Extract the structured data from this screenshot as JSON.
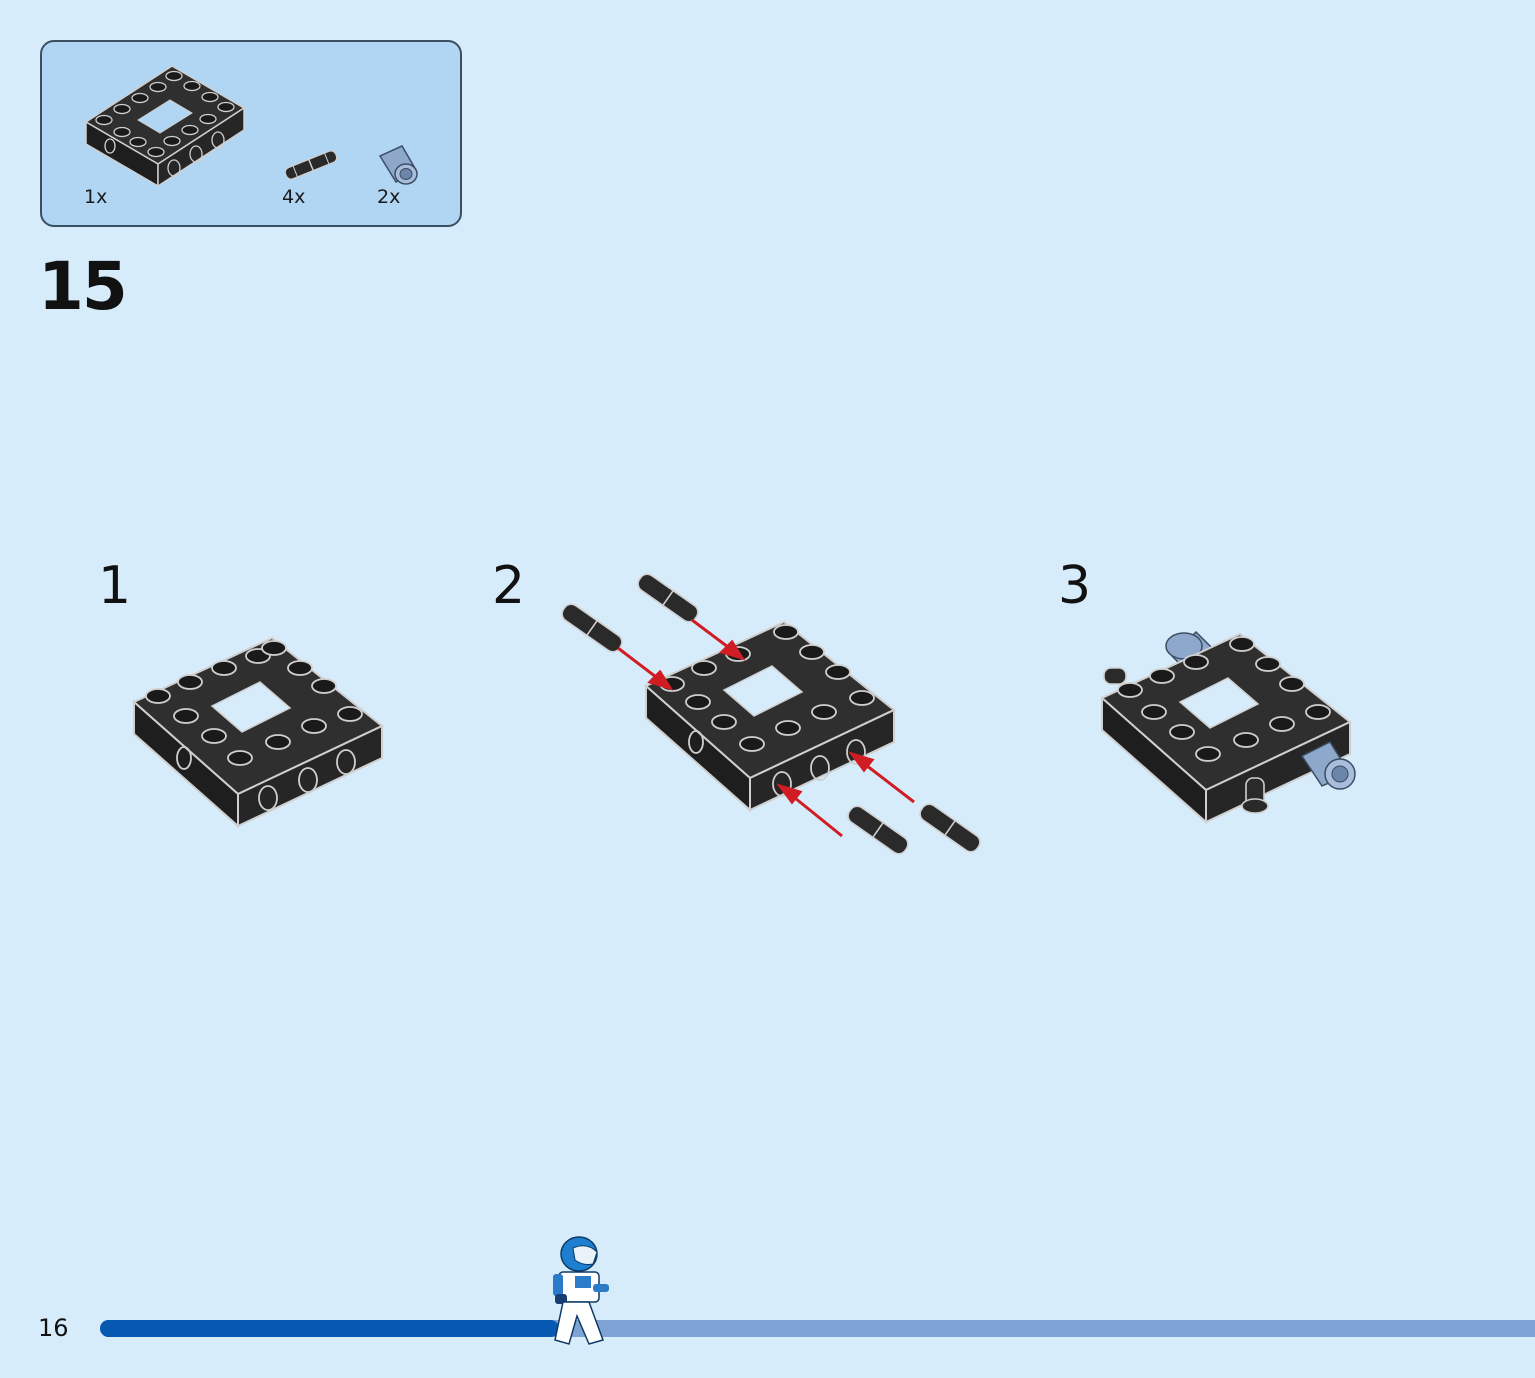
{
  "parts_list": [
    {
      "quantity": "1x",
      "part": "black-technic-brick-4x6-open-center"
    },
    {
      "quantity": "4x",
      "part": "black-technic-pin"
    },
    {
      "quantity": "2x",
      "part": "sand-blue-technic-bush"
    }
  ],
  "step_number": "15",
  "sub_steps": [
    "1",
    "2",
    "3"
  ],
  "page_number": "16",
  "progress": {
    "fraction": 0.32
  },
  "colors": {
    "background": "#d6ecfb",
    "parts_box": "#b0d6f4",
    "brick": "#2a2a2a",
    "arrow": "#d01d24",
    "progress_done": "#0658b0",
    "progress_remaining": "#7fa3d5",
    "bush": "#8ea8cc"
  },
  "icons": [
    "brick-frame-icon",
    "technic-pin-icon",
    "bush-icon",
    "astronaut-minifig-icon",
    "arrow-icon"
  ]
}
